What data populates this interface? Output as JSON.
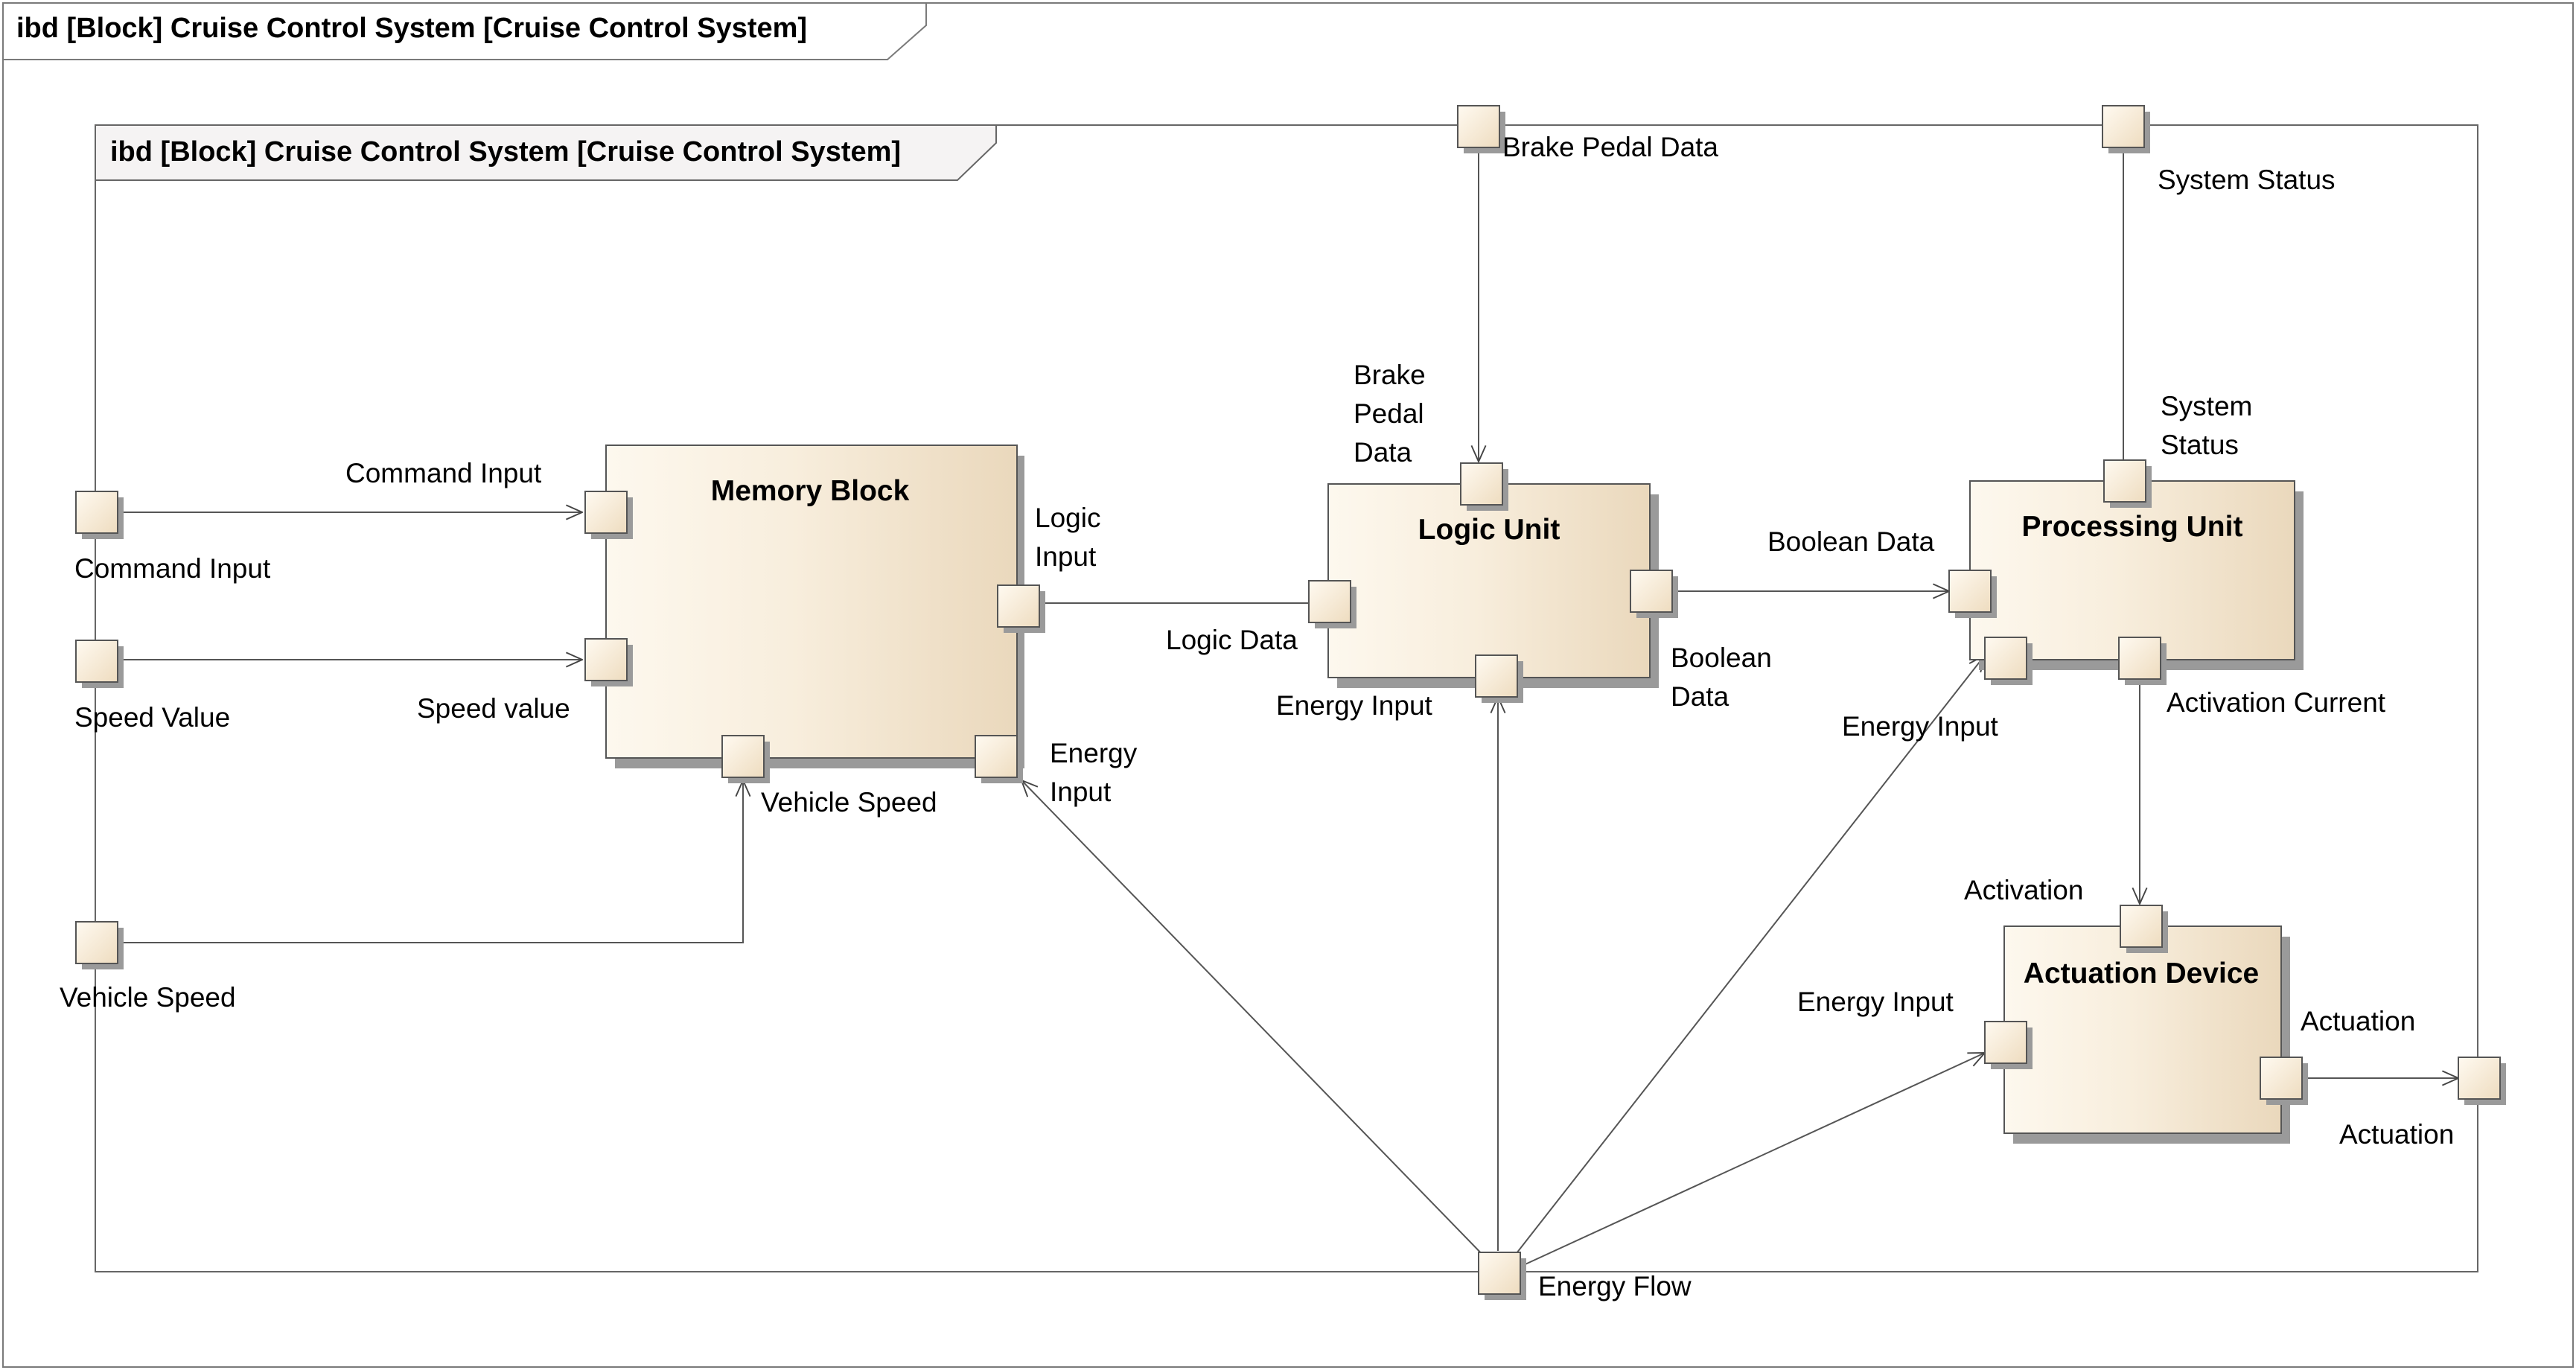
{
  "outer_frame": {
    "title": "ibd [Block] Cruise Control System [Cruise Control System]"
  },
  "inner_frame": {
    "title": "ibd [Block] Cruise Control System [Cruise Control System]"
  },
  "blocks": {
    "memory": {
      "name": "Memory Block"
    },
    "logic": {
      "name": "Logic Unit"
    },
    "processing": {
      "name": "Processing Unit"
    },
    "actuation": {
      "name": "Actuation Device"
    }
  },
  "boundary_ports": {
    "command_input": "Command Input",
    "speed_value": "Speed Value",
    "vehicle_speed": "Vehicle Speed",
    "brake_pedal_data": "Brake Pedal Data",
    "system_status": "System Status",
    "actuation": "Actuation",
    "energy_flow": "Energy Flow"
  },
  "port_labels": {
    "mem_command_input": "Command Input",
    "mem_speed_value": "Speed value",
    "mem_vehicle_speed": "Vehicle Speed",
    "mem_logic_input": [
      "Logic",
      "Input"
    ],
    "mem_energy_input": [
      "Energy",
      "Input"
    ],
    "logic_logic_data": "Logic Data",
    "logic_brake_pedal_data": [
      "Brake",
      "Pedal",
      "Data"
    ],
    "logic_energy_input": "Energy Input",
    "logic_boolean_data": [
      "Boolean",
      "Data"
    ],
    "proc_boolean_data": "Boolean Data",
    "proc_system_status": [
      "System",
      "Status"
    ],
    "proc_energy_input": "Energy Input",
    "proc_activation_current": "Activation Current",
    "act_activation": "Activation",
    "act_energy_input": "Energy Input",
    "act_actuation": "Actuation"
  },
  "colors": {
    "block_fill_light": "#fdf8ee",
    "block_fill_dark": "#ecdcc3",
    "port_fill": "#f6e9d3",
    "stroke": "#555555",
    "shadow": "#9a9a9a",
    "frame_tab_fill": "#f5f3f3"
  }
}
